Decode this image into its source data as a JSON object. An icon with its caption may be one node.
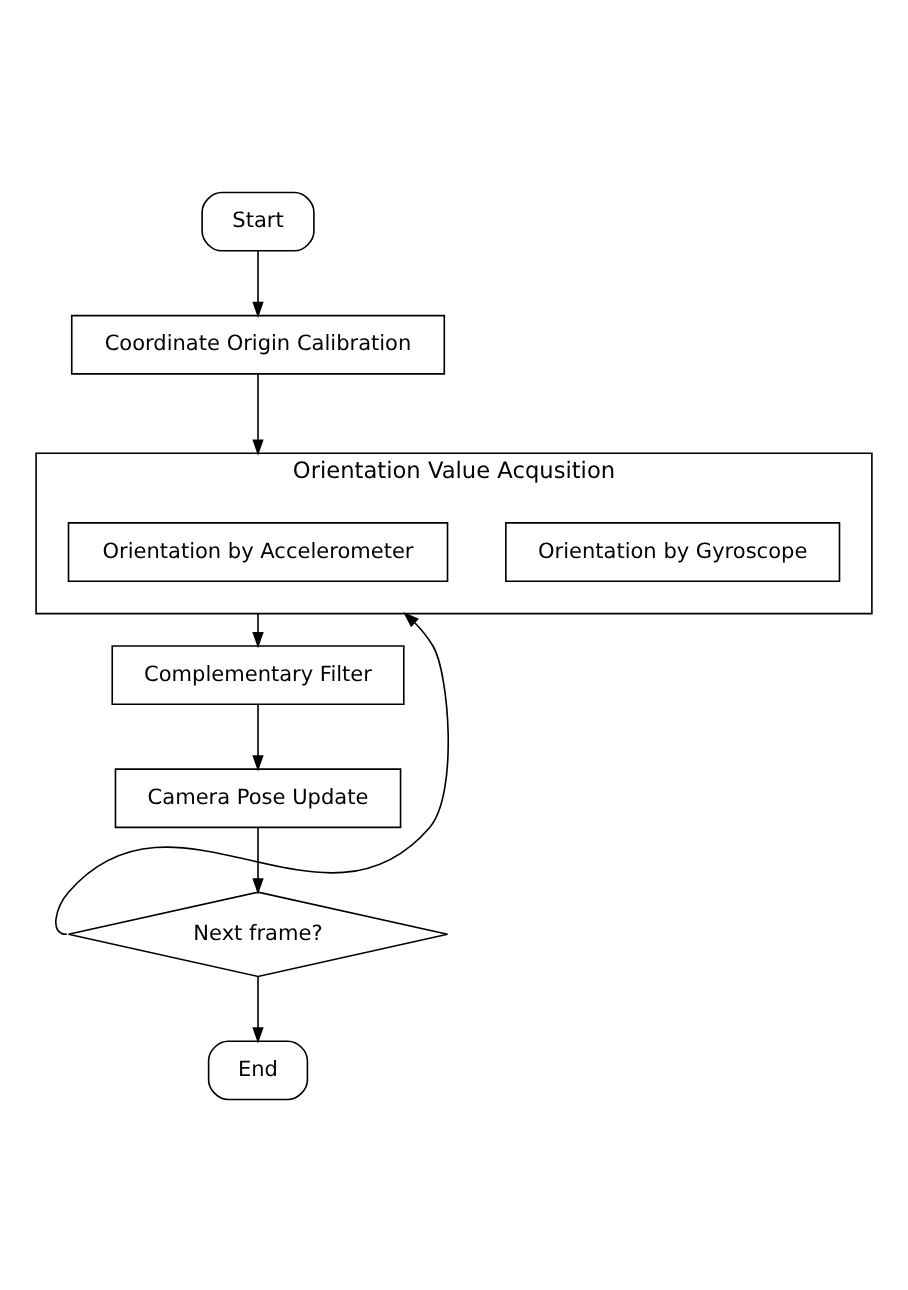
{
  "diagram": {
    "nodes": [
      {
        "text": [
          "Start"
        ]
      },
      {
        "text": [
          "Coordinate Origin Calibration"
        ]
      },
      {
        "text": [
          "Orientation Value Acqusition"
        ]
      },
      {
        "text": [
          "Orientation by Accelerometer"
        ],
        "in": 2
      },
      {
        "text": [
          "Orientation by Gyroscope"
        ],
        "in": 2
      },
      {
        "text": [
          "Complementary Filter"
        ]
      },
      {
        "text": [
          "Camera Pose Update"
        ]
      },
      {
        "text": [
          "Next frame?"
        ]
      },
      {
        "text": [
          "End"
        ]
      }
    ],
    "edges": [
      {
        "from": 0,
        "to": 1,
        "arrow": "to"
      },
      {
        "from": 1,
        "to": 2,
        "arrow": "to"
      },
      {
        "from": 2,
        "to": 5,
        "arrow": "to"
      },
      {
        "from": 5,
        "to": 6,
        "arrow": "to"
      },
      {
        "from": 6,
        "to": 7,
        "arrow": "to"
      },
      {
        "from": 7,
        "to": 2,
        "arrow": "to"
      },
      {
        "from": 7,
        "to": 8,
        "arrow": "to"
      }
    ]
  }
}
